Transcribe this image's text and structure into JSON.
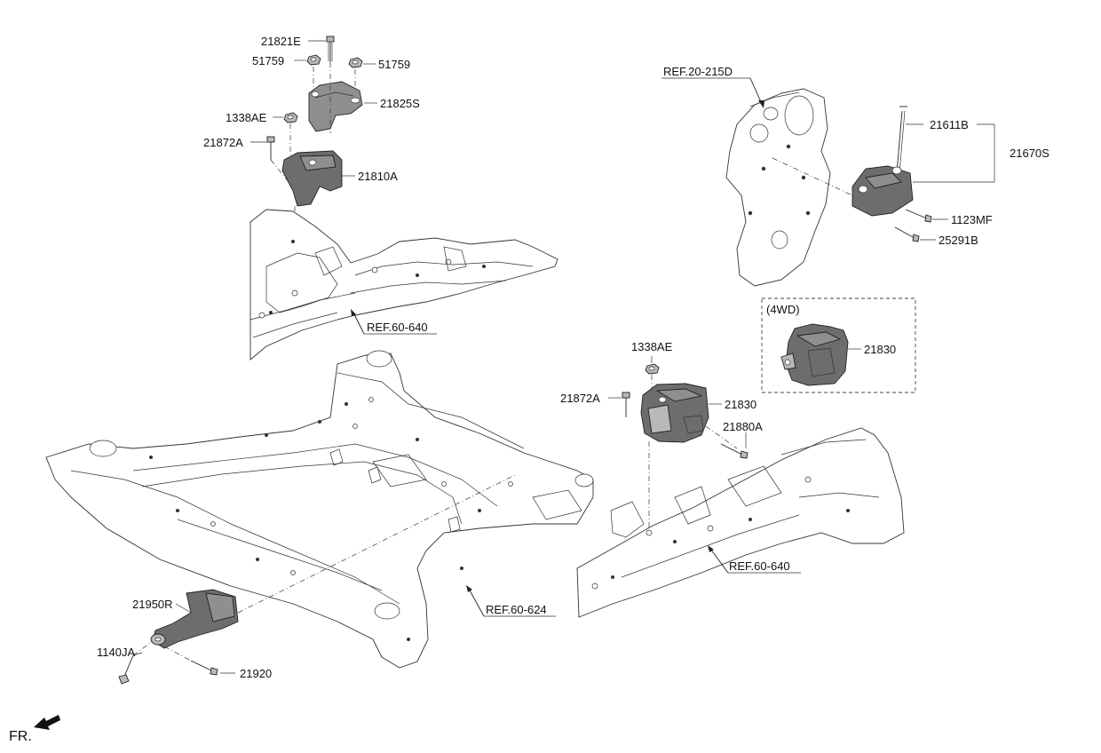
{
  "labels": {
    "p21821E": "21821E",
    "p51759a": "51759",
    "p51759b": "51759",
    "p21825S": "21825S",
    "p1338AEa": "1338AE",
    "p21872Aa": "21872A",
    "p21810A": "21810A",
    "ref_60_640_a": "REF.60-640",
    "ref_20_215D": "REF.20-215D",
    "p21611B": "21611B",
    "p21670S": "21670S",
    "p1123MF": "1123MF",
    "p25291B": "25291B",
    "option_4wd": "(4WD)",
    "p21830_4wd": "21830",
    "p1338AEb": "1338AE",
    "p21872Ab": "21872A",
    "p21830": "21830",
    "p21880A": "21880A",
    "ref_60_640_b": "REF.60-640",
    "p21950R": "21950R",
    "p1140JA": "1140JA",
    "p21920": "21920",
    "ref_60_624": "REF.60-624",
    "front_indicator": "FR."
  },
  "icons": {
    "front_arrow": "arrow-down-left-icon"
  }
}
